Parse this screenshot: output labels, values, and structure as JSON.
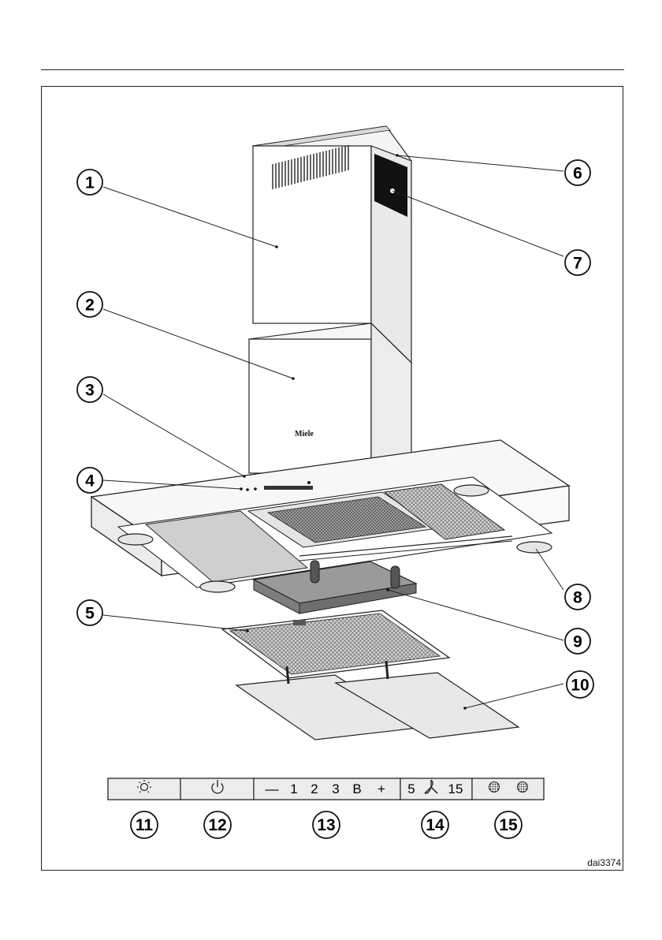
{
  "figure": {
    "reference_code": "dai3374",
    "brand_text": "Miele"
  },
  "callouts": [
    {
      "id": 1,
      "label": "1"
    },
    {
      "id": 2,
      "label": "2"
    },
    {
      "id": 3,
      "label": "3"
    },
    {
      "id": 4,
      "label": "4"
    },
    {
      "id": 5,
      "label": "5"
    },
    {
      "id": 6,
      "label": "6"
    },
    {
      "id": 7,
      "label": "7"
    },
    {
      "id": 8,
      "label": "8"
    },
    {
      "id": 9,
      "label": "9"
    },
    {
      "id": 10,
      "label": "10"
    },
    {
      "id": 11,
      "label": "11"
    },
    {
      "id": 12,
      "label": "12"
    },
    {
      "id": 13,
      "label": "13"
    },
    {
      "id": 14,
      "label": "14"
    },
    {
      "id": 15,
      "label": "15"
    }
  ],
  "control_panel": {
    "light_icon": "light-bulb-icon",
    "power_icon": "power-icon",
    "fan_minus": "—",
    "fan_levels": [
      "1",
      "2",
      "3",
      "B"
    ],
    "fan_plus": "+",
    "timer_left": "5",
    "timer_right": "15",
    "timer_icon": "fan-icon",
    "filter_icons": [
      "grease-filter-icon",
      "odour-filter-icon"
    ]
  }
}
